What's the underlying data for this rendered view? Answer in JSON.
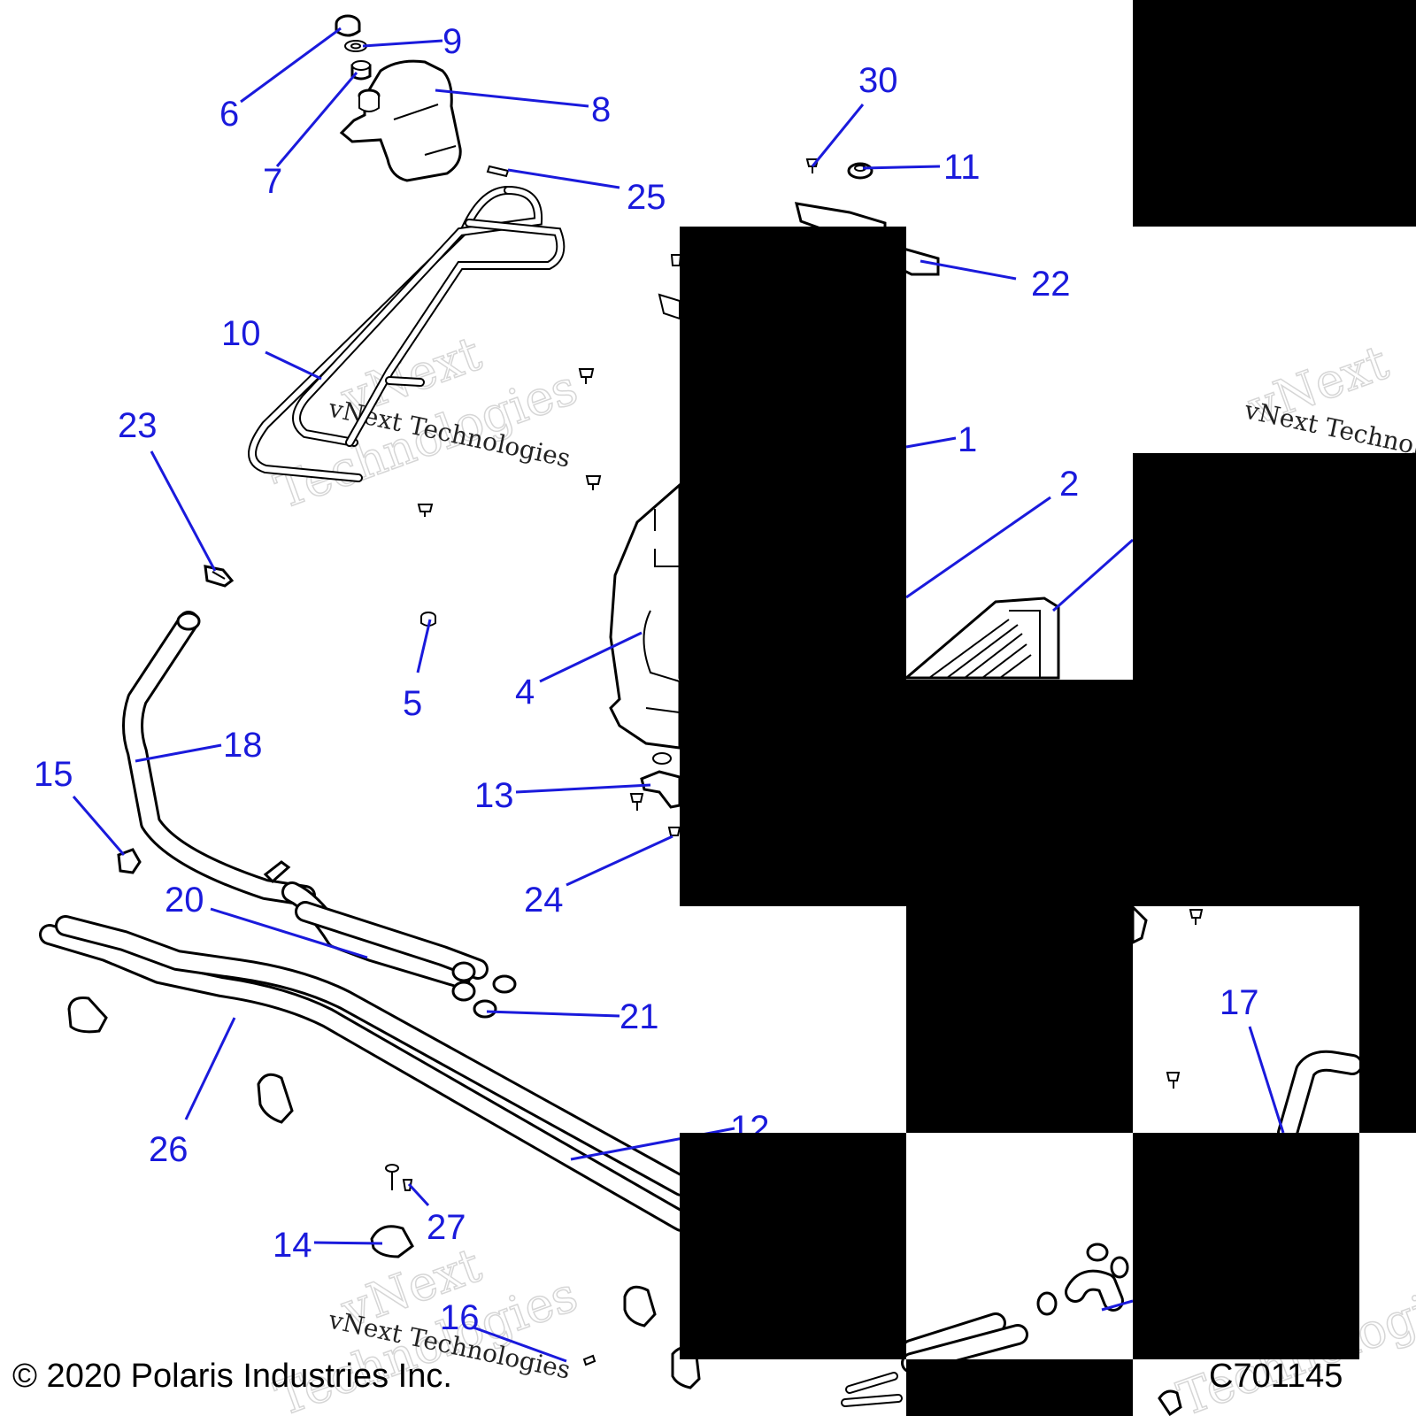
{
  "callouts": [
    {
      "id": "1",
      "label": "1"
    },
    {
      "id": "2",
      "label": "2"
    },
    {
      "id": "4",
      "label": "4"
    },
    {
      "id": "5",
      "label": "5"
    },
    {
      "id": "6",
      "label": "6"
    },
    {
      "id": "7",
      "label": "7"
    },
    {
      "id": "8",
      "label": "8"
    },
    {
      "id": "9",
      "label": "9"
    },
    {
      "id": "10",
      "label": "10"
    },
    {
      "id": "11",
      "label": "11"
    },
    {
      "id": "12",
      "label": "12"
    },
    {
      "id": "13",
      "label": "13"
    },
    {
      "id": "14",
      "label": "14"
    },
    {
      "id": "15",
      "label": "15"
    },
    {
      "id": "16",
      "label": "16"
    },
    {
      "id": "17",
      "label": "17"
    },
    {
      "id": "18",
      "label": "18"
    },
    {
      "id": "20",
      "label": "20"
    },
    {
      "id": "21",
      "label": "21"
    },
    {
      "id": "22",
      "label": "22"
    },
    {
      "id": "23",
      "label": "23"
    },
    {
      "id": "24",
      "label": "24"
    },
    {
      "id": "25",
      "label": "25"
    },
    {
      "id": "26",
      "label": "26"
    },
    {
      "id": "27",
      "label": "27"
    },
    {
      "id": "30",
      "label": "30"
    }
  ],
  "watermark": {
    "brand": "vNext",
    "line": "vNext Technologies",
    "word": "Technologies"
  },
  "footer": {
    "copyright": "© 2020 Polaris Industries Inc.",
    "figure_code": "C701145"
  },
  "colors": {
    "callout": "#1a1adc",
    "line_art": "#000000",
    "background": "#ffffff"
  }
}
